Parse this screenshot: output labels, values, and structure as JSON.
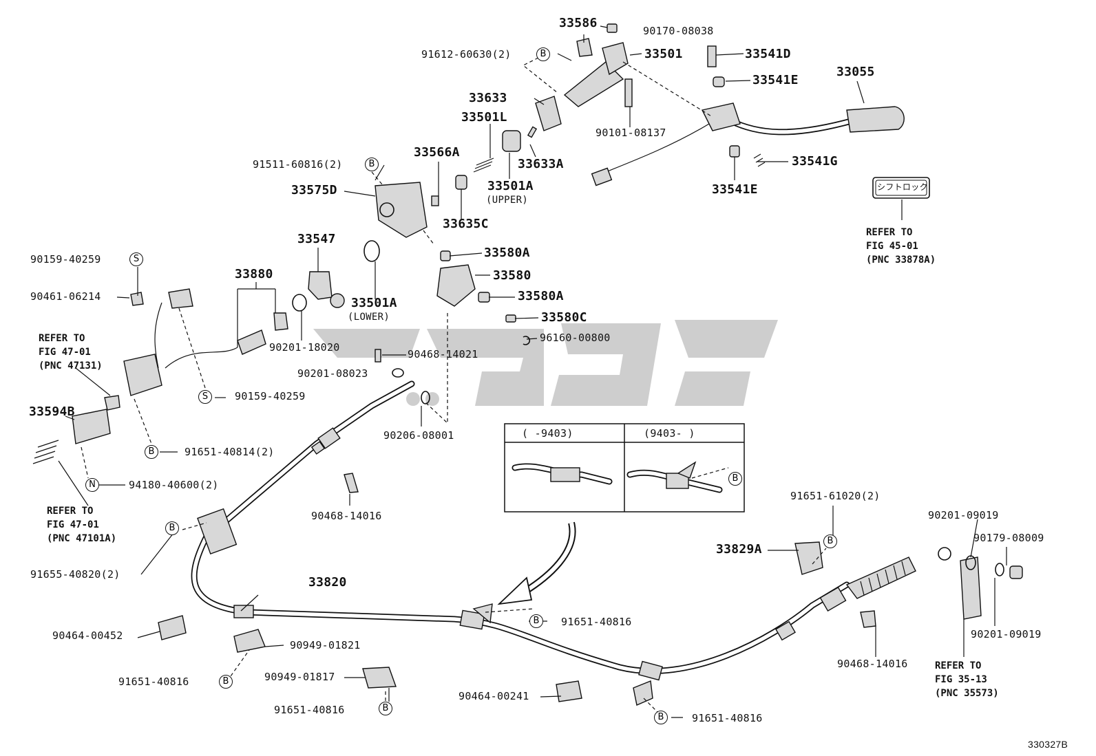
{
  "labels": {
    "p33586": "33586",
    "p90170_08038": "90170-08038",
    "p91612_60630": "91612-60630(2)",
    "p33501": "33501",
    "p33541D": "33541D",
    "p33055": "33055",
    "p33541E_top": "33541E",
    "p33633": "33633",
    "p33501L": "33501L",
    "p90101_08137": "90101-08137",
    "p33633A": "33633A",
    "p33566A": "33566A",
    "p91511_60816": "91511-60816(2)",
    "p33541G": "33541G",
    "p33541E_bot": "33541E",
    "p33501A_upper": "33501A",
    "upper": "(UPPER)",
    "p33575D": "33575D",
    "p33635C": "33635C",
    "p33547": "33547",
    "p33580A_top": "33580A",
    "p90159_40259_top": "90159-40259",
    "p33880": "33880",
    "p33580": "33580",
    "p90461_06214": "90461-06214",
    "p33501A_lower": "33501A",
    "lower": "(LOWER)",
    "p33580A_mid": "33580A",
    "p33580C": "33580C",
    "p96160_00800": "96160-00800",
    "p90201_18020": "90201-18020",
    "p90468_14021": "90468-14021",
    "p90201_08023": "90201-08023",
    "p90159_40259_bot": "90159-40259",
    "p33594B": "33594B",
    "p90206_08001": "90206-08001",
    "p91651_40814": "91651-40814(2)",
    "p94180_40600": "94180-40600(2)",
    "p90468_14016_left": "90468-14016",
    "p91651_61020": "91651-61020(2)",
    "p90201_09019_top": "90201-09019",
    "p90179_08009": "90179-08009",
    "p33829A": "33829A",
    "p91655_40820": "91655-40820(2)",
    "p33820": "33820",
    "p91651_40816_mid": "91651-40816",
    "p90201_09019_bot": "90201-09019",
    "p90464_00452": "90464-00452",
    "p90949_01821": "90949-01821",
    "p90468_14016_right": "90468-14016",
    "p91651_40816_left": "91651-40816",
    "p90949_01817": "90949-01817",
    "p90464_00241": "90464-00241",
    "p91651_40816_lower": "91651-40816",
    "p91651_40816_bottom": "91651-40816",
    "figure_id": "330327B"
  },
  "notes": {
    "refer_47_01_a": "REFER TO\nFIG 47-01\n(PNC 47131)",
    "refer_47_01_b": "REFER TO\nFIG 47-01\n(PNC 47101A)",
    "refer_45_01": "REFER TO\nFIG 45-01\n(PNC 33878A)",
    "refer_35_13": "REFER TO\nFIG 35-13\n(PNC 35573)"
  },
  "callout_marks": {
    "b": "B",
    "s": "S",
    "n": "N"
  },
  "inset": {
    "left_header": "(      -9403)",
    "right_header": "(9403-      )"
  },
  "shift_lock_tag": "シフトロック"
}
